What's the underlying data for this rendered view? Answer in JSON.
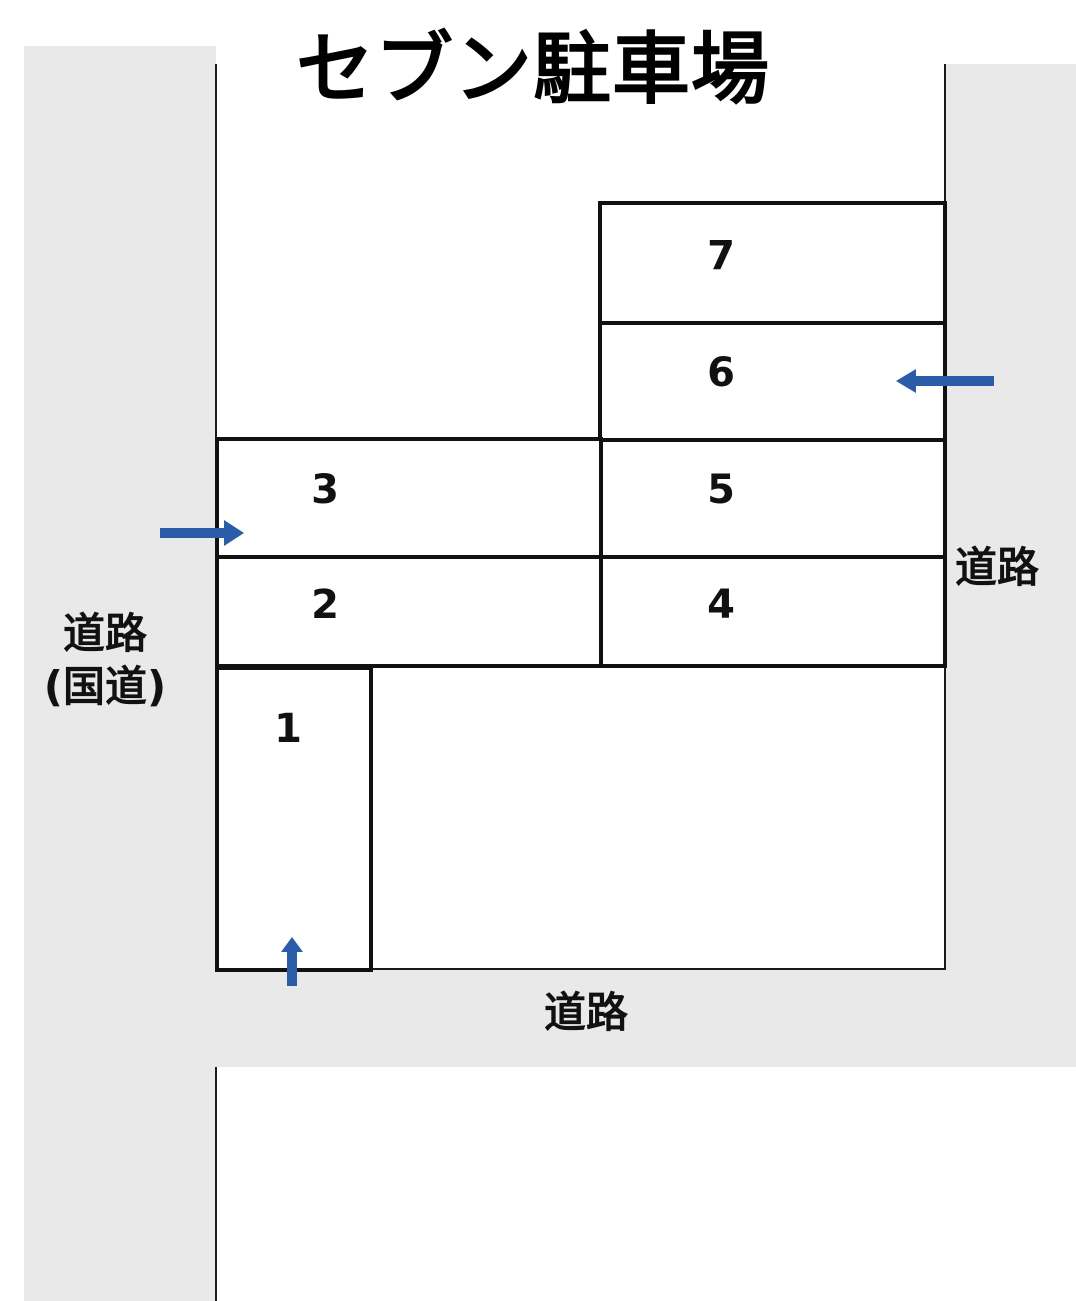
{
  "title": "セブン駐車場",
  "colors": {
    "road": "#e9e9e9",
    "lot_border": "#111111",
    "arrow": "#2a5ca8"
  },
  "road_labels": {
    "national_road_line1": "道路",
    "national_road_line2": "(国道)",
    "east_road": "道路",
    "south_road": "道路"
  },
  "lots": [
    "1",
    "2",
    "3",
    "4",
    "5",
    "6",
    "7"
  ],
  "arrows": [
    {
      "name": "entrance-arrow-west",
      "direction": "right"
    },
    {
      "name": "entrance-arrow-east",
      "direction": "left"
    },
    {
      "name": "entrance-arrow-south",
      "direction": "up"
    }
  ]
}
